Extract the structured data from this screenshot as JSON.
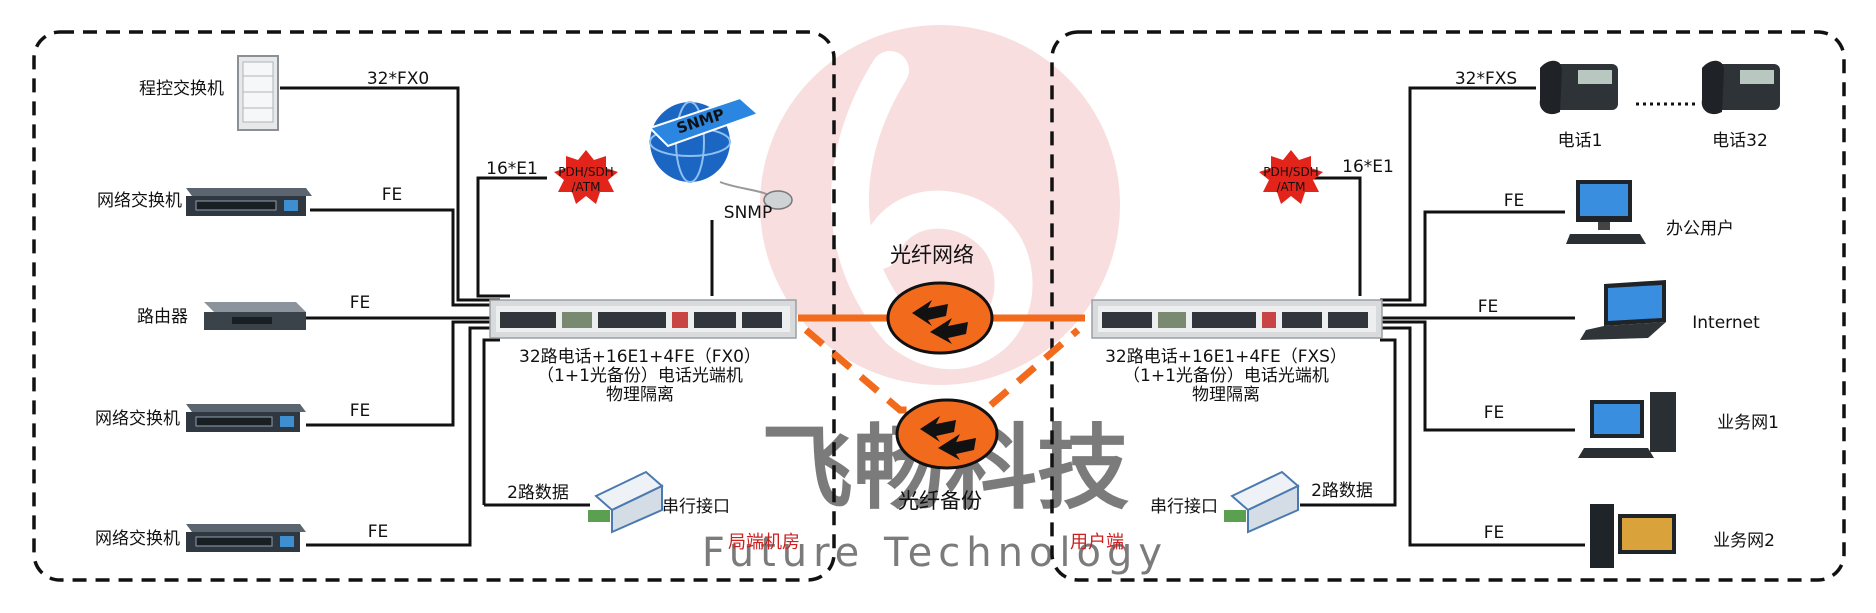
{
  "watermark": {
    "brand_cn": "飞畅科技",
    "brand_en": "Future Technology"
  },
  "left_site": {
    "zone_label": "局端机房",
    "devices": {
      "pbx": "程控交换机",
      "switch_1": "网络交换机",
      "router": "路由器",
      "switch_2": "网络交换机",
      "switch_3": "网络交换机",
      "serial": "串行接口"
    },
    "links": {
      "pbx": "32*FX0",
      "e1": "16*E1",
      "switch_1": "FE",
      "router": "FE",
      "switch_2": "FE",
      "switch_3": "FE",
      "serial": "2路数据"
    },
    "pdh_badge": [
      "PDH/SDH",
      "/ATM"
    ],
    "snmp_globe_text": "SNMP",
    "snmp_label": "SNMP",
    "equipment_caption": [
      "32路电话+16E1+4FE（FX0）",
      "（1+1光备份）电话光端机",
      "物理隔离"
    ]
  },
  "fiber": {
    "main_label": "光纤网络",
    "backup_label": "光纤备份",
    "accent_color": "#f26b1d"
  },
  "right_site": {
    "zone_label": "用户端",
    "devices": {
      "phone_1": "电话1",
      "phone_32": "电话32",
      "office": "办公用户",
      "internet": "Internet",
      "biz_1": "业务网1",
      "biz_2": "业务网2",
      "serial": "串行接口"
    },
    "links": {
      "phone": "32*FXS",
      "e1": "16*E1",
      "office": "FE",
      "internet": "FE",
      "biz_1": "FE",
      "biz_2": "FE",
      "serial": "2路数据"
    },
    "pdh_badge": [
      "PDH/SDH",
      "/ATM"
    ],
    "equipment_caption": [
      "32路电话+16E1+4FE（FXS）",
      "（1+1光备份）电话光端机",
      "物理隔离"
    ]
  }
}
